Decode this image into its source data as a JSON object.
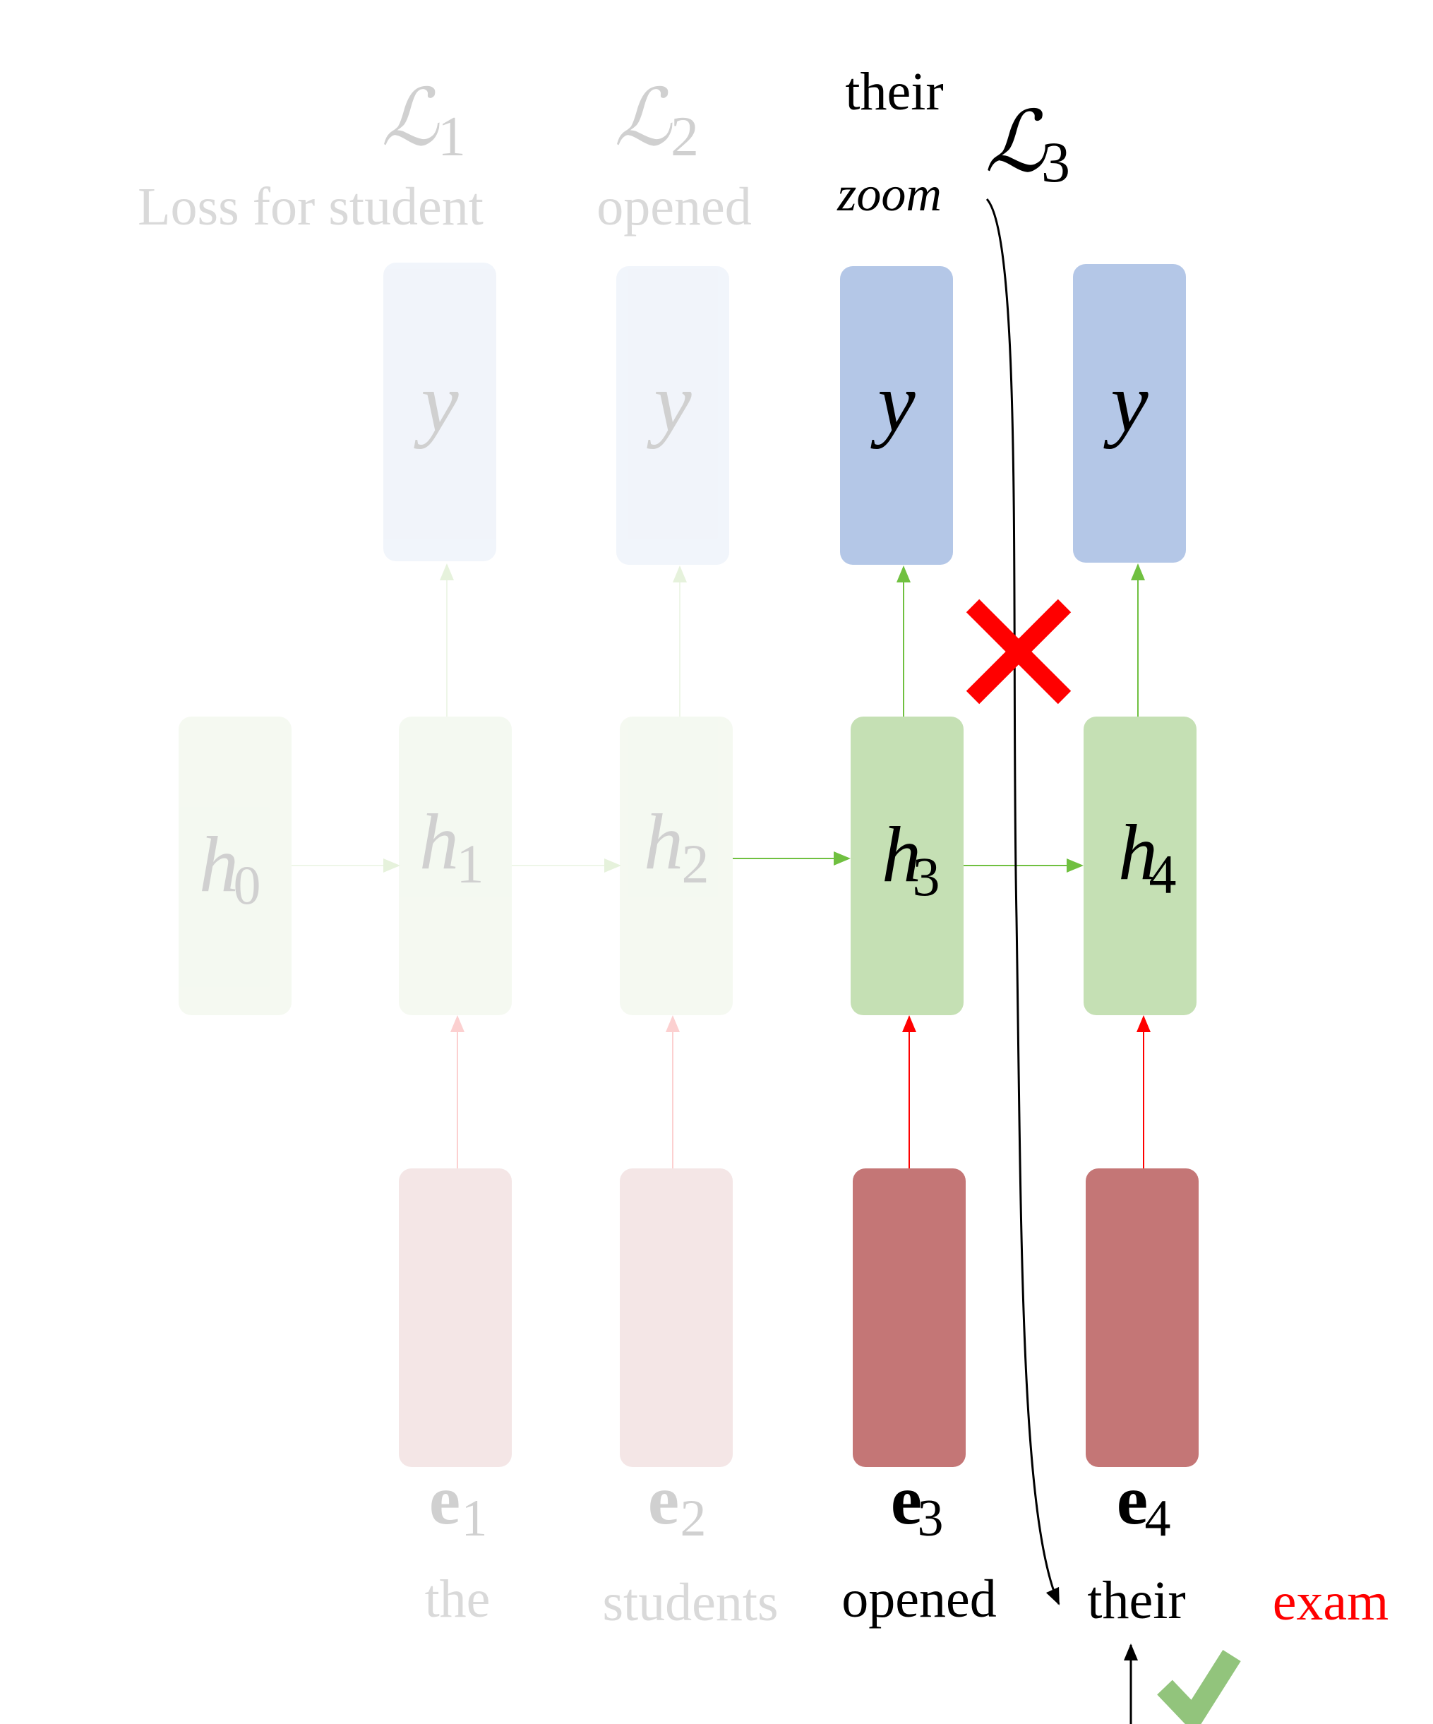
{
  "colors": {
    "y_box": "#b4c7e7",
    "h_box": "#c5e0b4",
    "e_box": "#c47676",
    "green_arrow": "#70c040",
    "red_arrow": "#ff0000",
    "cross": "#ff0000",
    "check": "#92c47c",
    "faded_text": "#d9d9d9",
    "dark_text": "#000000",
    "exam_text": "#ff0000"
  },
  "top_labels": {
    "loss1": "ℒ",
    "loss1_sub": "1",
    "loss2": "ℒ",
    "loss2_sub": "2",
    "loss3": "ℒ",
    "loss3_sub": "3",
    "word_loss_for_student": "Loss for student",
    "word_opened": "opened",
    "word_their": "their",
    "word_zoom": "zoom"
  },
  "y_boxes": [
    {
      "label": "y",
      "faded": true
    },
    {
      "label": "y",
      "faded": true
    },
    {
      "label": "y",
      "faded": false
    },
    {
      "label": "y",
      "faded": false
    }
  ],
  "h_boxes": [
    {
      "label": "h",
      "sub": "0",
      "faded": true
    },
    {
      "label": "h",
      "sub": "1",
      "faded": true
    },
    {
      "label": "h",
      "sub": "2",
      "faded": true
    },
    {
      "label": "h",
      "sub": "3",
      "faded": false
    },
    {
      "label": "h",
      "sub": "4",
      "faded": false
    }
  ],
  "e_boxes": [
    {
      "label": "e",
      "sub": "1",
      "faded": true
    },
    {
      "label": "e",
      "sub": "2",
      "faded": true
    },
    {
      "label": "e",
      "sub": "3",
      "faded": false
    },
    {
      "label": "e",
      "sub": "4",
      "faded": false
    }
  ],
  "input_words": [
    {
      "text": "the",
      "faded": true
    },
    {
      "text": "students",
      "faded": true
    },
    {
      "text": "opened",
      "faded": false
    },
    {
      "text": "their",
      "faded": false
    },
    {
      "text": "exam",
      "faded": false
    }
  ],
  "icons": {
    "cross": "cross-icon",
    "check": "checkmark-icon"
  }
}
